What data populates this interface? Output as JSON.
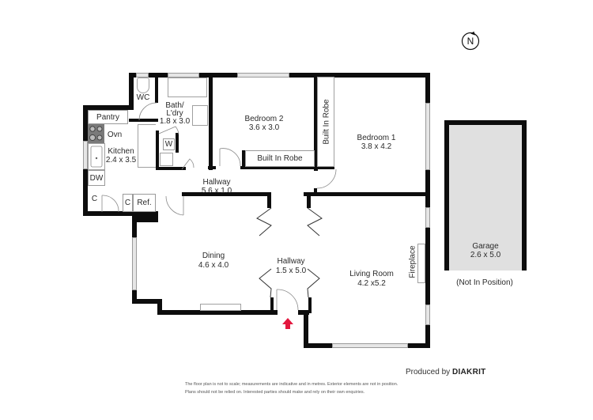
{
  "plan": {
    "rooms": [
      {
        "id": "wc",
        "name": "WC",
        "dims": ""
      },
      {
        "id": "bath",
        "name": "Bath/\nL'dry",
        "name_line1": "Bath/",
        "name_line2": "L'dry",
        "dims": "1.8 x 3.0"
      },
      {
        "id": "bed2",
        "name": "Bedroom 2",
        "dims": "3.6 x 3.0"
      },
      {
        "id": "bed1",
        "name": "Bedroom 1",
        "dims": "3.8 x 4.2"
      },
      {
        "id": "kitchen",
        "name": "Kitchen",
        "dims": "2.4 x 3.5"
      },
      {
        "id": "hall1",
        "name": "Hallway",
        "dims": "5.6 x 1.0"
      },
      {
        "id": "dining",
        "name": "Dining",
        "dims": "4.6 x 4.0"
      },
      {
        "id": "hall2",
        "name": "Hallway",
        "dims": "1.5 x 5.0"
      },
      {
        "id": "living",
        "name": "Living Room",
        "dims": "4.2 x5.2"
      },
      {
        "id": "garage",
        "name": "Garage",
        "dims": "2.6 x 5.0"
      }
    ],
    "fixtures": {
      "pantry": "Pantry",
      "oven": "Ovn",
      "dishwasher": "DW",
      "cupboard1": "C",
      "cupboard2": "C",
      "fridge": "Ref.",
      "washer": "W",
      "robe_bed2": "Built In Robe",
      "robe_bed1": "Built In Robe",
      "fireplace": "Fireplace"
    },
    "garage_note": "(Not In Position)",
    "compass": "N",
    "entry_arrow_color": "#e3173e"
  },
  "footer": {
    "produced_by_prefix": "Produced by",
    "produced_by_brand": "DIAKRIT",
    "disclaimer_line1": "The floor plan is not to scale; measurements are indicative and in metres. Exterior elements are not in position.",
    "disclaimer_line2": "Plans should not be relied on. Interested parties should make and rely on their own enquiries."
  }
}
